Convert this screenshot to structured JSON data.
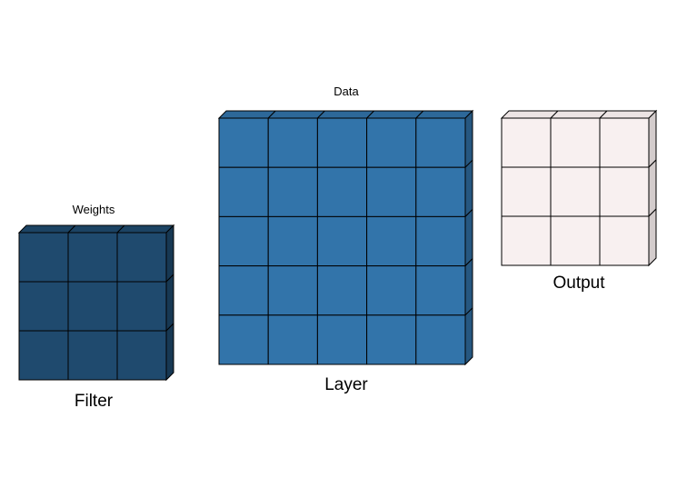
{
  "blocks": [
    {
      "key": "filter",
      "top_label": "Weights",
      "bottom_label": "Filter",
      "rows": 3,
      "cols": 3,
      "color": "#1f4a6e"
    },
    {
      "key": "layer",
      "top_label": "Data",
      "bottom_label": "Layer",
      "rows": 5,
      "cols": 5,
      "color": "#3274aa"
    },
    {
      "key": "output",
      "top_label": "",
      "bottom_label": "Output",
      "rows": 3,
      "cols": 3,
      "color": "#f8f0f0"
    }
  ]
}
